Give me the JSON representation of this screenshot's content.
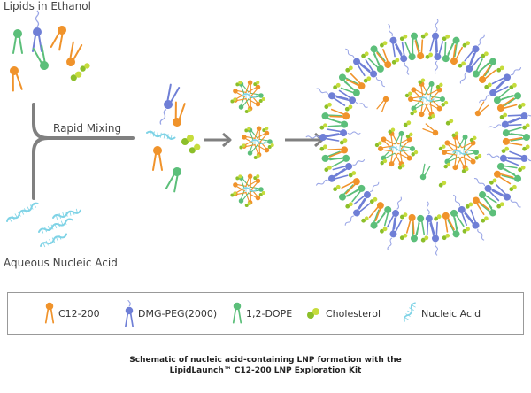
{
  "labels": {
    "lipids_in_ethanol": "Lipids in Ethanol",
    "rapid_mixing": "Rapid Mixing",
    "aqueous_nucleic_acid": "Aqueous Nucleic Acid"
  },
  "legend": {
    "items": [
      {
        "label": "C12-200",
        "icon": "c12-200-lipid-icon",
        "color": "#f0932b"
      },
      {
        "label": "DMG-PEG(2000)",
        "icon": "dmg-peg-lipid-icon",
        "color": "#6f7fd6"
      },
      {
        "label": "1,2-DOPE",
        "icon": "dope-lipid-icon",
        "color": "#5cbf7a"
      },
      {
        "label": "Cholesterol",
        "icon": "cholesterol-icon",
        "color": "#c6dc3c"
      },
      {
        "label": "Nucleic Acid",
        "icon": "nucleic-acid-icon",
        "color": "#7fd3e6"
      }
    ]
  },
  "caption": {
    "line1": "Schematic of nucleic acid-containing LNP formation with the",
    "line2": "LipidLaunch™ C12-200 LNP Exploration Kit"
  },
  "colors": {
    "c12": "#f0932b",
    "peg": "#6f7fd6",
    "dope": "#5cbf7a",
    "chol": "#c6dc3c",
    "chol_dark": "#8cbf2a",
    "nucleic": "#7fd3e6",
    "arrow": "#808080"
  }
}
